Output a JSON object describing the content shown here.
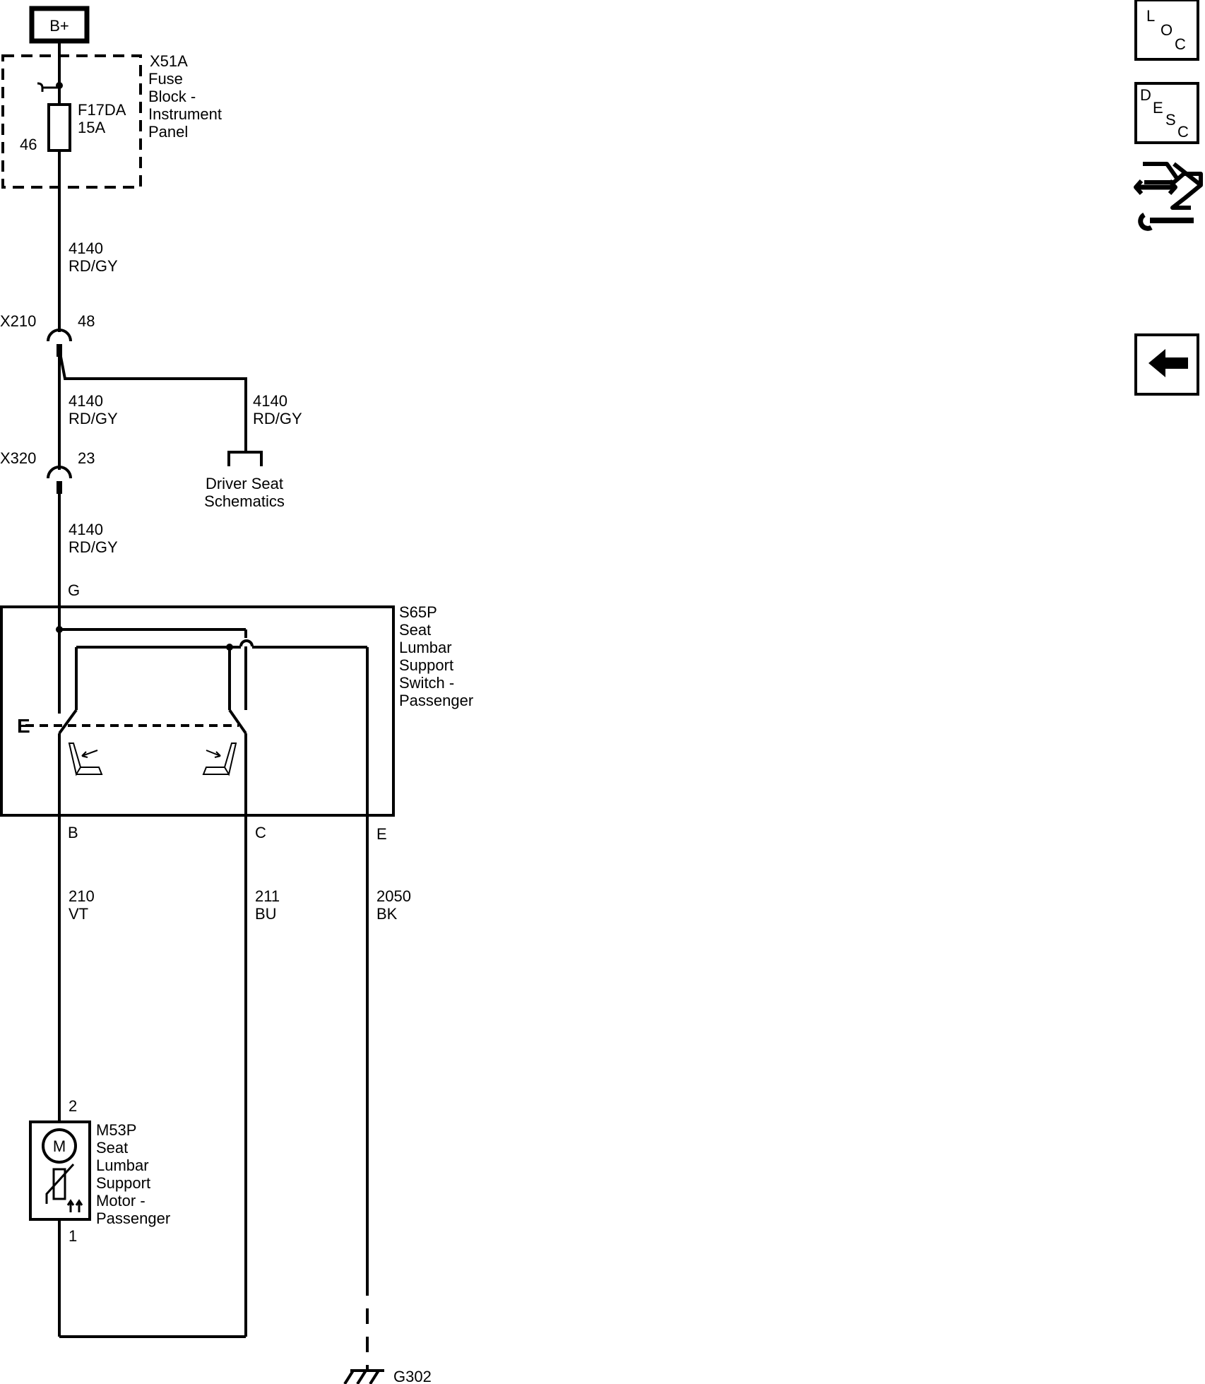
{
  "power": {
    "label": "B+"
  },
  "fuse_block": {
    "id": "X51A",
    "name_lines": [
      "Fuse",
      "Block -",
      "Instrument",
      "Panel"
    ],
    "fuse_id": "F17DA",
    "fuse_rating": "15A",
    "pin": "46"
  },
  "wires": {
    "w1": {
      "circuit": "4140",
      "color": "RD/GY"
    },
    "w2": {
      "circuit": "4140",
      "color": "RD/GY"
    },
    "w3": {
      "circuit": "4140",
      "color": "RD/GY"
    },
    "w4": {
      "circuit": "4140",
      "color": "RD/GY"
    },
    "b": {
      "circuit": "210",
      "color": "VT"
    },
    "c": {
      "circuit": "211",
      "color": "BU"
    },
    "e": {
      "circuit": "2050",
      "color": "BK"
    }
  },
  "connectors": {
    "x210": {
      "id": "X210",
      "pin": "48"
    },
    "x320": {
      "id": "X320",
      "pin": "23"
    }
  },
  "driver_seat": {
    "lines": [
      "Driver Seat",
      "Schematics"
    ]
  },
  "switch": {
    "id": "S65P",
    "name_lines": [
      "Seat",
      "Lumbar",
      "Support",
      "Switch -",
      "Passenger"
    ],
    "pin_g": "G",
    "pin_b": "B",
    "pin_c": "C",
    "pin_e": "E",
    "e_marker": "E"
  },
  "motor": {
    "id": "M53P",
    "name_lines": [
      "Seat",
      "Lumbar",
      "Support",
      "Motor -",
      "Passenger"
    ],
    "symbol": "M",
    "pin_top": "2",
    "pin_bottom": "1"
  },
  "ground": {
    "id": "G302"
  },
  "side_buttons": {
    "loc": {
      "letters": [
        "L",
        "O",
        "C"
      ]
    },
    "desc": {
      "letters": [
        "D",
        "E",
        "S",
        "C"
      ]
    },
    "connector_tool": {
      "icon": "connector-repair-icon"
    },
    "back": {
      "icon": "back-arrow-icon"
    }
  }
}
